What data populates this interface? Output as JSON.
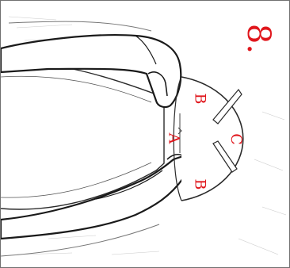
{
  "figure": {
    "step_number": "8.",
    "labels": {
      "b_top": "B",
      "a": "A",
      "c": "C",
      "b_bottom": "B"
    }
  },
  "colors": {
    "label": "#e0161c",
    "line_art": "#1a1a1a",
    "frame": "#707070"
  }
}
